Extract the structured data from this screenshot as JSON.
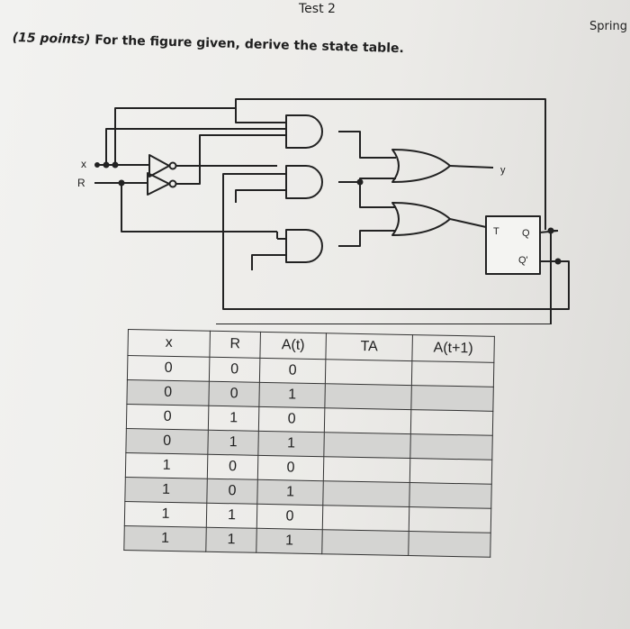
{
  "header": {
    "test_title": "Test 2",
    "right_text": "Spring",
    "question_points": "(15 points)",
    "question_text": "For the figure given, derive the state table."
  },
  "circuit": {
    "input_x": "x",
    "input_r": "R",
    "output_y": "y",
    "flipflop_t": "T",
    "flipflop_q": "Q",
    "flipflop_qbar": "Q'"
  },
  "state_table": {
    "headers": [
      "x",
      "R",
      "A(t)",
      "TA",
      "A(t+1)"
    ],
    "rows": [
      [
        "0",
        "0",
        "0",
        "",
        ""
      ],
      [
        "0",
        "0",
        "1",
        "",
        ""
      ],
      [
        "0",
        "1",
        "0",
        "",
        ""
      ],
      [
        "0",
        "1",
        "1",
        "",
        ""
      ],
      [
        "1",
        "0",
        "0",
        "",
        ""
      ],
      [
        "1",
        "0",
        "1",
        "",
        ""
      ],
      [
        "1",
        "1",
        "0",
        "",
        ""
      ],
      [
        "1",
        "1",
        "1",
        "",
        ""
      ]
    ]
  }
}
